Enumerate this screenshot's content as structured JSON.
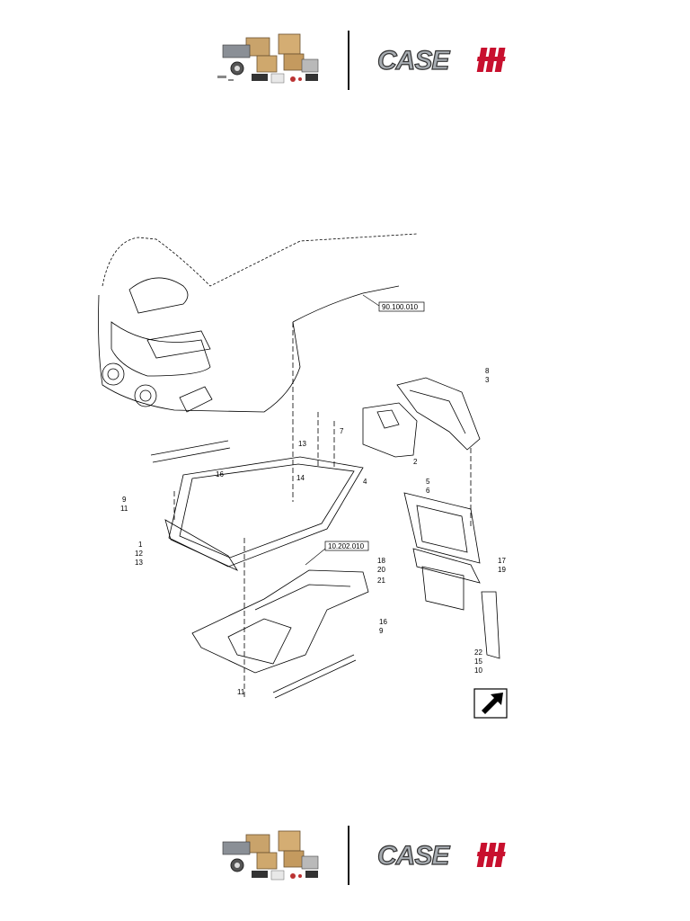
{
  "brand": {
    "wordmark": "CASE",
    "mark": "IH"
  },
  "references": [
    "90.100.010",
    "10.202.010"
  ],
  "callouts": [
    "8",
    "3",
    "7",
    "13",
    "2",
    "16",
    "14",
    "4",
    "5",
    "6",
    "9",
    "11",
    "1",
    "12",
    "13",
    "17",
    "19",
    "18",
    "20",
    "21",
    "22",
    "15",
    "10",
    "16",
    "9",
    "11"
  ],
  "icons": [
    "parts-boxes-icon",
    "direction-arrow-icon"
  ],
  "colors": {
    "logo_red": "#c8102e",
    "logo_gray": "#9aa0a6"
  }
}
